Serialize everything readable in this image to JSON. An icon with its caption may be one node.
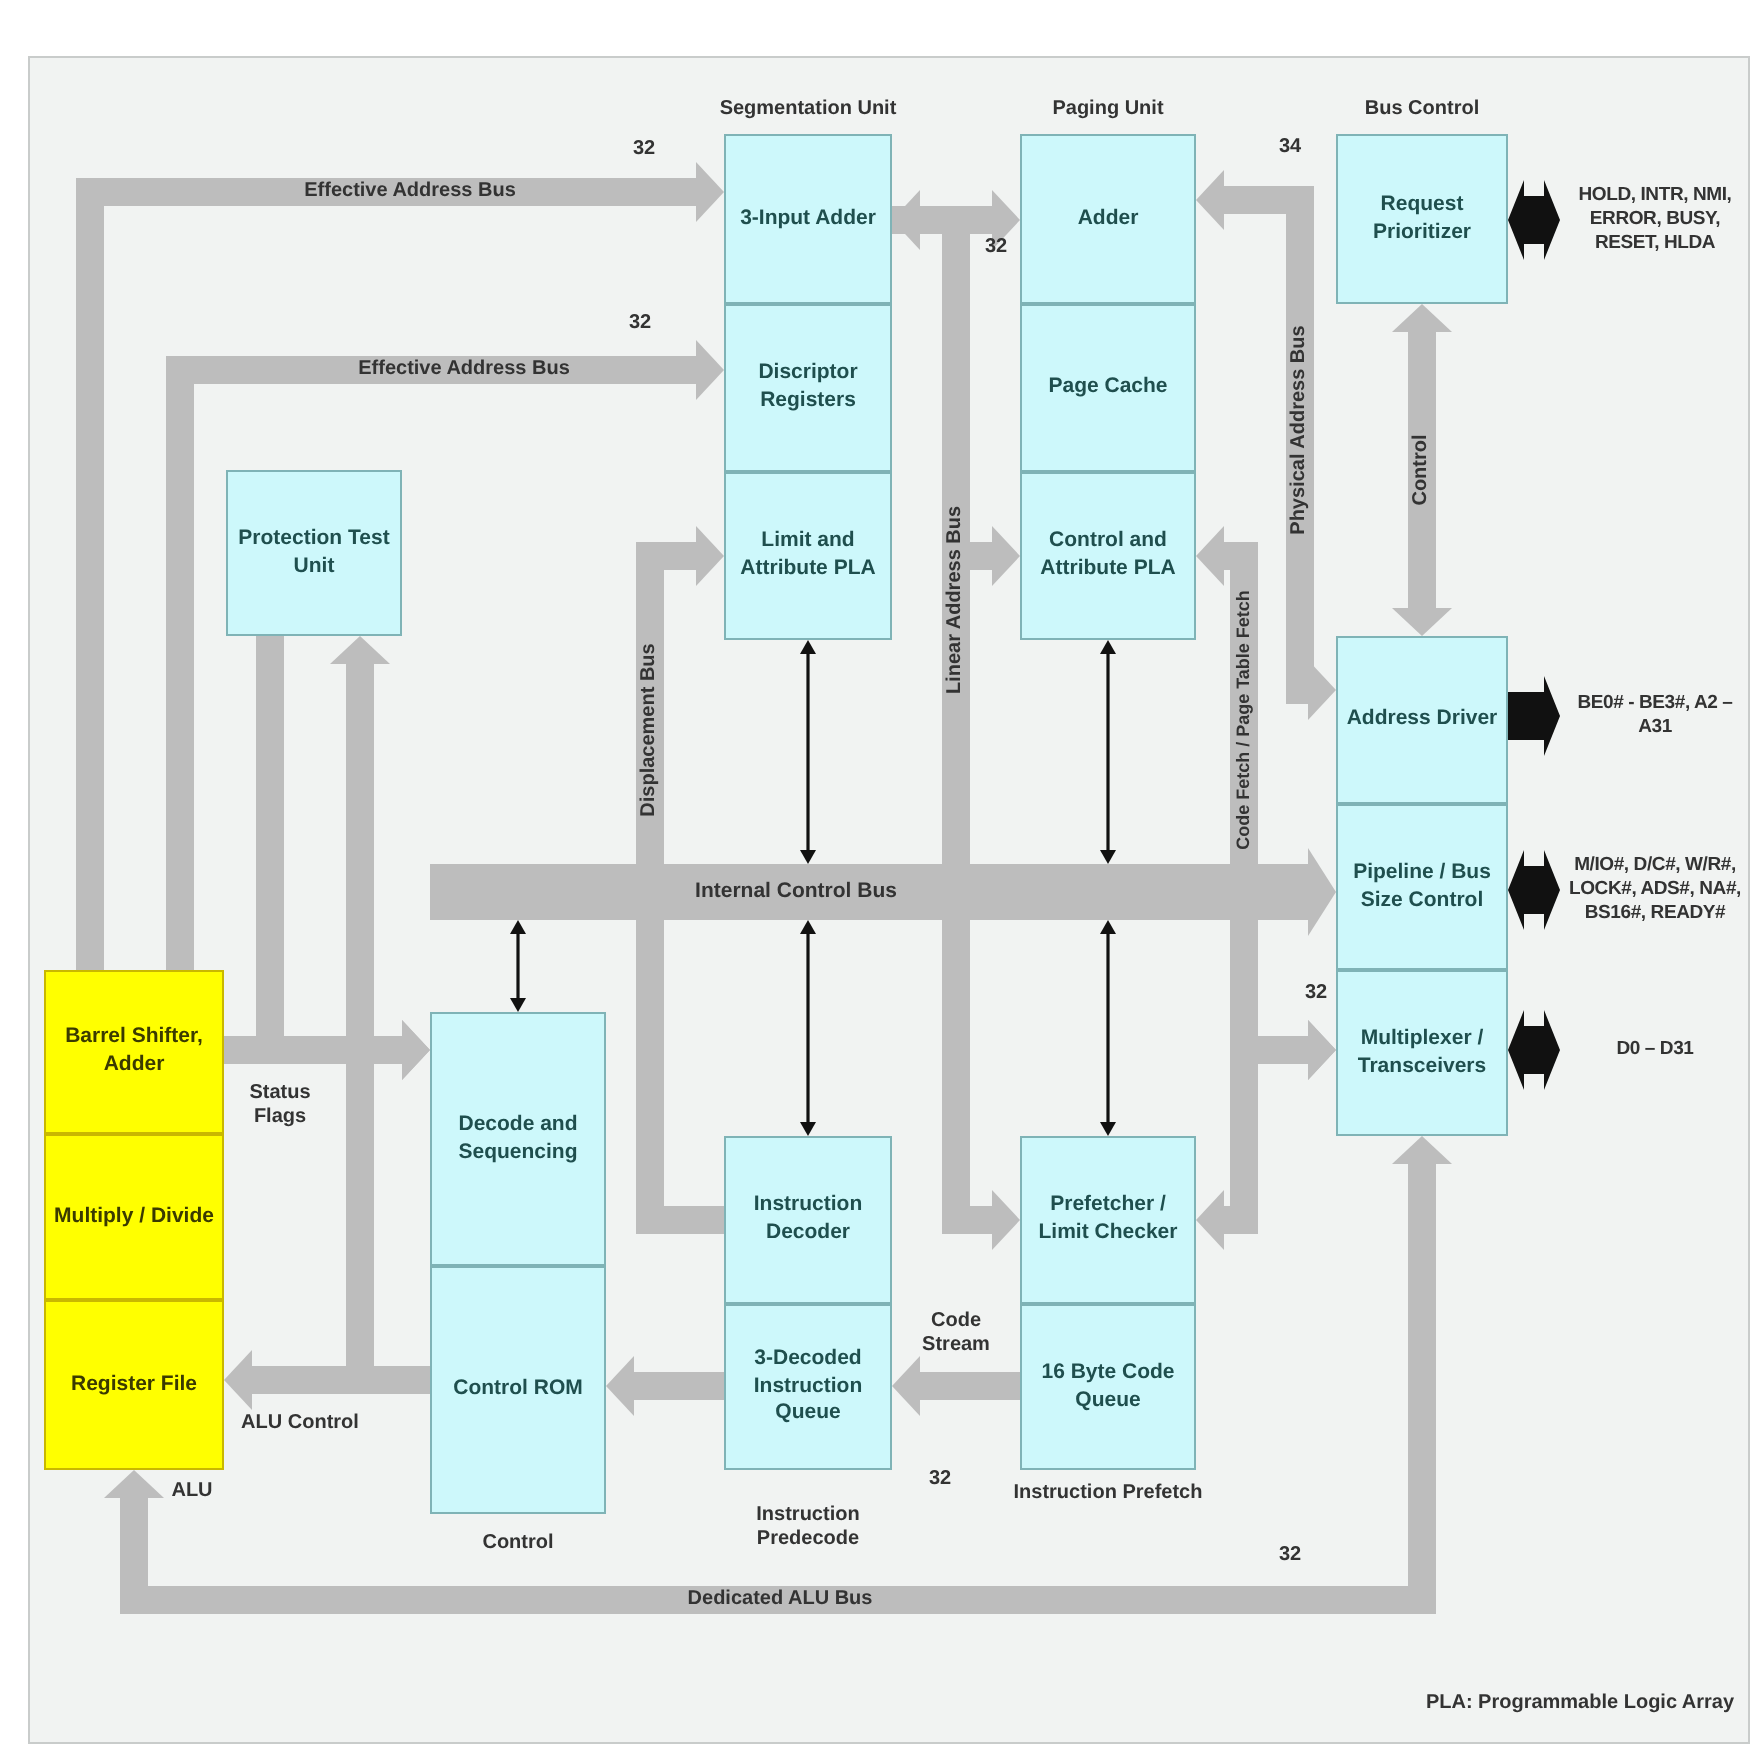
{
  "diagram": {
    "nodes": [
      {
        "text": [
          "3-Input Adder"
        ]
      },
      {
        "text": [
          "Discriptor Registers"
        ]
      },
      {
        "text": [
          "Limit and Attribute PLA"
        ]
      },
      {
        "text": [
          "Adder"
        ]
      },
      {
        "text": [
          "Page Cache"
        ]
      },
      {
        "text": [
          "Control and Attribute PLA"
        ]
      },
      {
        "text": [
          "Request Prioritizer"
        ]
      },
      {
        "text": [
          "HOLD, INTR, NMI, ERROR, BUSY, RESET, HLDA"
        ]
      },
      {
        "text": [
          "Protection Test Unit"
        ]
      },
      {
        "text": [
          "Address Driver"
        ]
      },
      {
        "text": [
          "BE0# - BE3#, A2 – A31"
        ]
      },
      {
        "text": [
          "Pipeline / Bus Size Control"
        ]
      },
      {
        "text": [
          "M/IO#, D/C#, W/R#, LOCK#, ADS#, NA#, BS16#, READY#"
        ]
      },
      {
        "text": [
          "Barrel Shifter, Adder"
        ]
      },
      {
        "text": [
          "Multiplexer / Transceivers"
        ]
      },
      {
        "text": [
          "D0 – D31"
        ]
      },
      {
        "text": [
          "Decode and Sequencing"
        ]
      },
      {
        "text": [
          "Multiply / Divide"
        ]
      },
      {
        "text": [
          "Instruction Decoder"
        ]
      },
      {
        "text": [
          "Prefetcher / Limit Checker"
        ]
      },
      {
        "text": [
          "Register File"
        ]
      },
      {
        "text": [
          "Control ROM"
        ]
      },
      {
        "text": [
          "3-Decoded Instruction Queue"
        ]
      },
      {
        "text": [
          "16 Byte Code Queue"
        ]
      }
    ],
    "edges": [
      {
        "from": 13,
        "to": 0,
        "arrow": "to",
        "label": "Effective Address Bus"
      },
      {
        "from": 13,
        "to": 1,
        "arrow": "to",
        "label": "Effective Address Bus"
      },
      {
        "from": 0,
        "to": 3,
        "arrow": "both"
      },
      {
        "from": 0,
        "to": 5,
        "arrow": "to"
      },
      {
        "from": 0,
        "to": 19,
        "arrow": "to",
        "label": "Linear Address Bus"
      },
      {
        "from": 3,
        "to": 9,
        "arrow": "both",
        "label": "Physical Address Bus"
      },
      {
        "from": 6,
        "to": 9,
        "arrow": "both",
        "label": "Control"
      },
      {
        "from": 6,
        "to": 7,
        "arrow": "both",
        "color": "#111111"
      },
      {
        "from": 9,
        "to": 10,
        "arrow": "to",
        "color": "#111111"
      },
      {
        "from": null,
        "to": 11,
        "arrow": "to",
        "label": "Internal Control Bus",
        "style": "thick"
      },
      {
        "from": 11,
        "to": 12,
        "arrow": "both",
        "color": "#111111"
      },
      {
        "from": 14,
        "to": 15,
        "arrow": "both",
        "color": "#111111"
      },
      {
        "from": 16,
        "to": null,
        "arrow": "both",
        "color": "#111111"
      },
      {
        "from": 2,
        "to": null,
        "arrow": "both",
        "color": "#111111"
      },
      {
        "from": null,
        "to": 18,
        "arrow": "both",
        "color": "#111111"
      },
      {
        "from": 5,
        "to": null,
        "arrow": "both",
        "color": "#111111"
      },
      {
        "from": null,
        "to": 19,
        "arrow": "both",
        "color": "#111111"
      },
      {
        "from": 18,
        "to": 2,
        "arrow": "to",
        "label": "Displacement Bus"
      },
      {
        "from": 14,
        "to": 5,
        "arrow": "both",
        "label": "Code Fetch / Page Table Fetch"
      },
      {
        "from": 14,
        "to": 19,
        "arrow": "both"
      },
      {
        "from": 13,
        "to": 16,
        "arrow": "to",
        "label": "Status Flags"
      },
      {
        "from": 8,
        "to": 16,
        "arrow": "to"
      },
      {
        "from": 21,
        "to": 20,
        "arrow": "to",
        "label": "ALU Control"
      },
      {
        "from": 21,
        "to": 8,
        "arrow": "to"
      },
      {
        "from": 22,
        "to": 21,
        "arrow": "to"
      },
      {
        "from": 23,
        "to": 22,
        "arrow": "to",
        "label": "Code Stream"
      },
      {
        "from": 14,
        "to": 20,
        "arrow": "both",
        "label": "Dedicated ALU Bus"
      }
    ],
    "labels": [
      "Segmentation Unit",
      "Paging Unit",
      "Bus Control",
      "32",
      "34",
      "32",
      "32",
      "32",
      "32",
      "ALU",
      "Control",
      "Instruction Predecode",
      "Instruction Prefetch",
      "32",
      "PLA: Programmable Logic Array"
    ]
  }
}
